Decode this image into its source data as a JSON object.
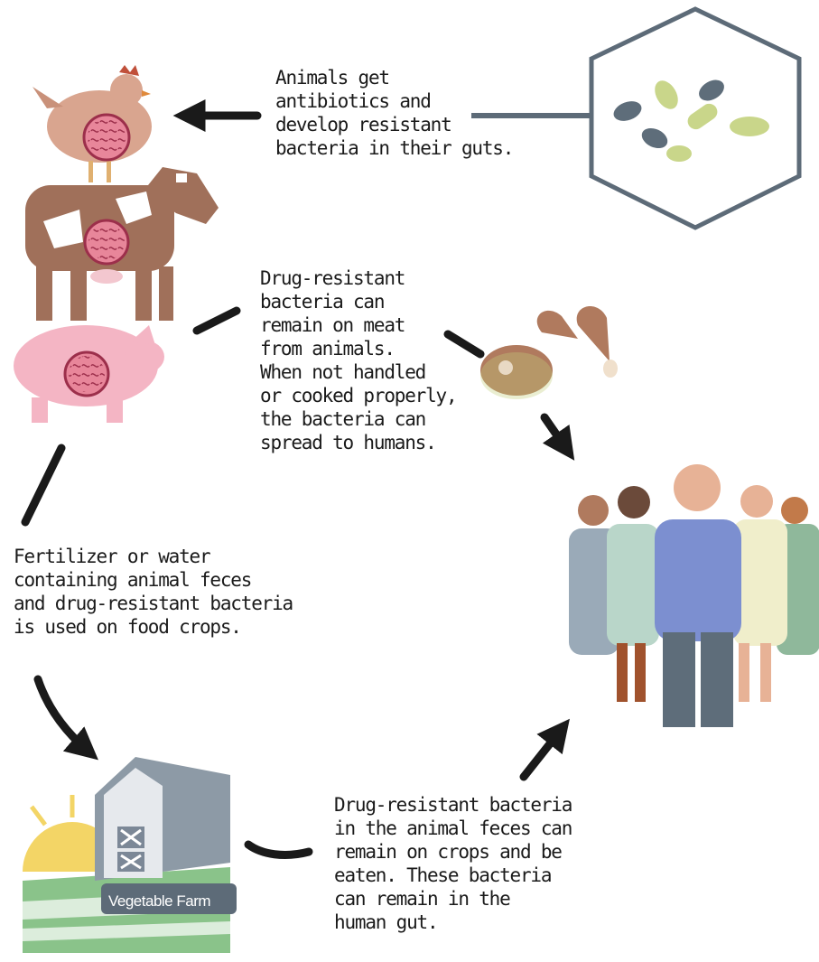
{
  "captions": {
    "antibiotics": "Animals get\nantibiotics and\ndevelop resistant\nbacteria in their guts.",
    "meat": "Drug-resistant\nbacteria can\nremain on meat\nfrom animals.\nWhen not handled\nor cooked properly,\nthe bacteria can\nspread to humans.",
    "fertilizer": "Fertilizer or water\ncontaining animal feces\nand drug-resistant bacteria\nis used on food crops.",
    "crops": "Drug-resistant bacteria\nin the animal feces can\nremain on crops and be\neaten. These bacteria\ncan remain in the\nhuman gut."
  },
  "farm_sign": "Vegetable Farm",
  "colors": {
    "arrow": "#1a1a1a",
    "hexagon": "#5d6b78",
    "pill_gray": "#5e6d7a",
    "pill_green": "#c9d68a",
    "cow_brown": "#a0705a",
    "pig_pink": "#f4b5c4",
    "chicken": "#d9a58f",
    "bacteria": "#d9667f",
    "meat": "#b07a5e",
    "barn": "#8d9aa6"
  },
  "icons": [
    "pill-hexagon-icon",
    "chicken-icon",
    "cow-icon",
    "pig-icon",
    "meat-icon",
    "people-group-icon",
    "barn-icon",
    "sun-icon"
  ]
}
